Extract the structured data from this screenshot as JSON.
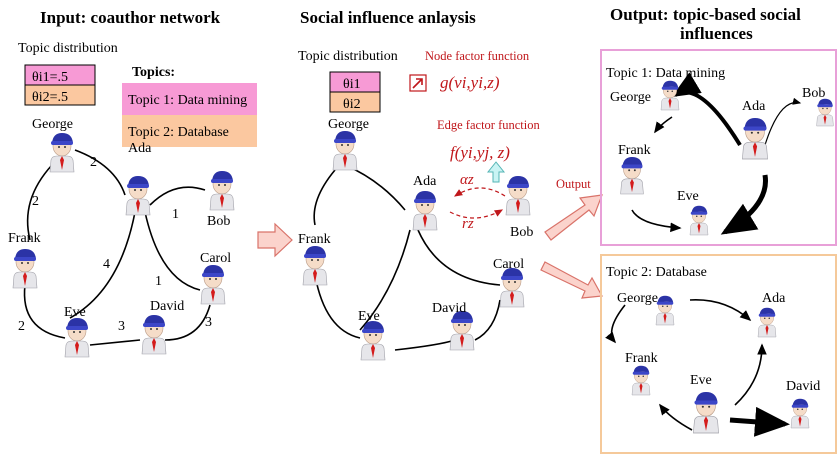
{
  "panels": {
    "input_title": "Input: coauthor network",
    "middle_title": "Social influence anlaysis",
    "output_title_line1": "Output: topic-based social",
    "output_title_line2": "influences"
  },
  "input": {
    "topic_distribution": "Topic distribution",
    "theta1": "θi1=.5",
    "theta2": "θi2=.5",
    "topics_heading": "Topics:",
    "topic1": "Topic 1: Data mining",
    "topic2": "Topic 2: Database",
    "people": [
      "George",
      "Ada",
      "Bob",
      "Frank",
      "Carol",
      "Eve",
      "David"
    ],
    "edge_weights": [
      "2",
      "2",
      "1",
      "4",
      "1",
      "2",
      "3",
      "3"
    ]
  },
  "middle": {
    "topic_distribution": "Topic distribution",
    "theta1": "θi1",
    "theta2": "θi2",
    "node_factor_label": "Node factor function",
    "node_factor_formula": "g(vi,yi,z)",
    "edge_factor_label": "Edge factor function",
    "edge_factor_formula": "f(yi,yj, z)",
    "alpha": "αz",
    "r": "rz",
    "output_arrow_label": "Output",
    "people": [
      "George",
      "Ada",
      "Bob",
      "Frank",
      "Carol",
      "Eve",
      "David"
    ]
  },
  "output": {
    "topic1_heading": "Topic 1: Data mining",
    "topic2_heading": "Topic 2: Database",
    "t1_people": [
      "George",
      "Ada",
      "Bob",
      "Frank",
      "Eve"
    ],
    "t2_people": [
      "George",
      "Ada",
      "Frank",
      "Eve",
      "David"
    ]
  },
  "colors": {
    "topic1_fill": "#f79ad5",
    "topic2_fill": "#fbc8a0",
    "box1_border": "#e8a0d8",
    "box2_border": "#f5c99a",
    "accent_red": "#c0171b"
  }
}
